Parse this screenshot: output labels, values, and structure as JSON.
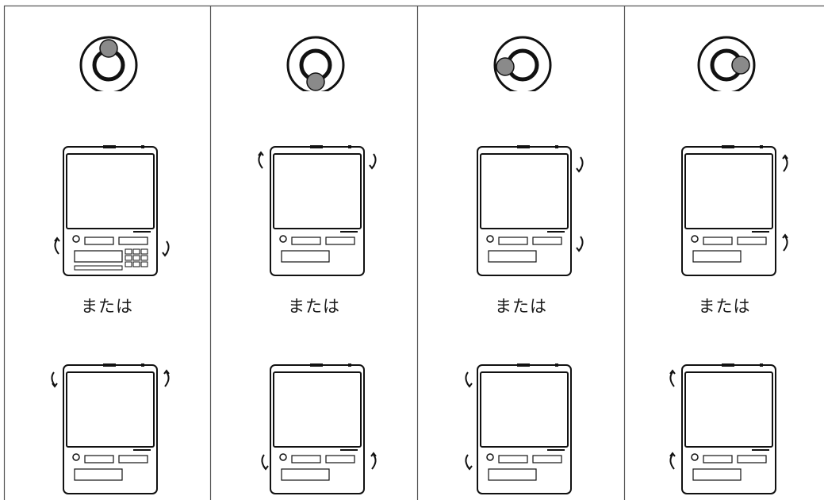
{
  "table": {
    "columns": [
      {
        "bubble_position": "top",
        "pattern_a": "front-left-ccw_front-right-cw",
        "or_label": "または",
        "pattern_b": "back-left-ccw_back-right-cw"
      },
      {
        "bubble_position": "bottom",
        "pattern_a": "back-left-ccw_back-right-cw",
        "or_label": "または",
        "pattern_b": "front-left-ccw_front-right-cw"
      },
      {
        "bubble_position": "left",
        "pattern_a": "right-back-cw_right-front-cw",
        "or_label": "または",
        "pattern_b": "left-back-ccw_left-front-ccw"
      },
      {
        "bubble_position": "right",
        "pattern_a": "right-back-ccw_right-front-ccw",
        "or_label": "または",
        "pattern_b": "left-back-cw_left-front-cw"
      }
    ]
  },
  "colors": {
    "line": "#111111",
    "bubble": "#8a8a8a",
    "border": "#555555"
  }
}
